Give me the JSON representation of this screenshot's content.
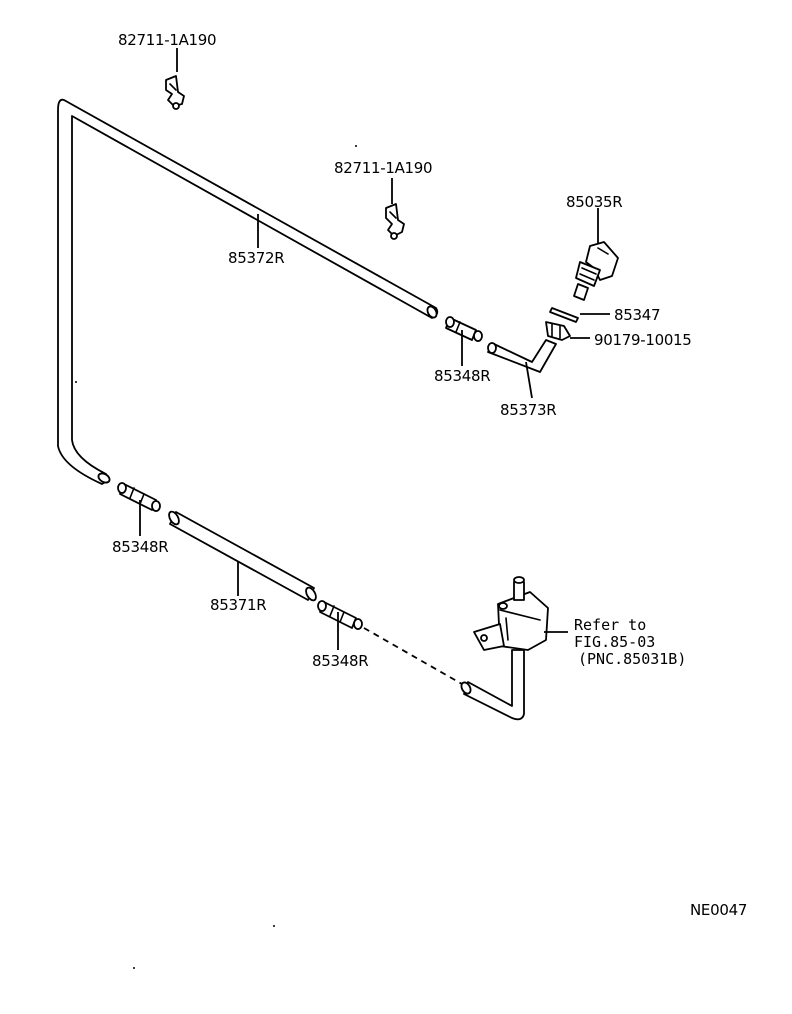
{
  "labels": {
    "clip_top": "82711-1A190",
    "clip_mid": "82711-1A190",
    "hose_85372": "85372R",
    "nozzle": "85035R",
    "seal": "85347",
    "nut": "90179-10015",
    "joint_upper": "85348R",
    "hose_85373": "85373R",
    "joint_left": "85348R",
    "hose_85371": "85371R",
    "joint_lower": "85348R",
    "refer_line1": "Refer to",
    "refer_line2": "FIG.85-03",
    "refer_line3": "(PNC.85031B)",
    "figure_code": "NE0047"
  }
}
